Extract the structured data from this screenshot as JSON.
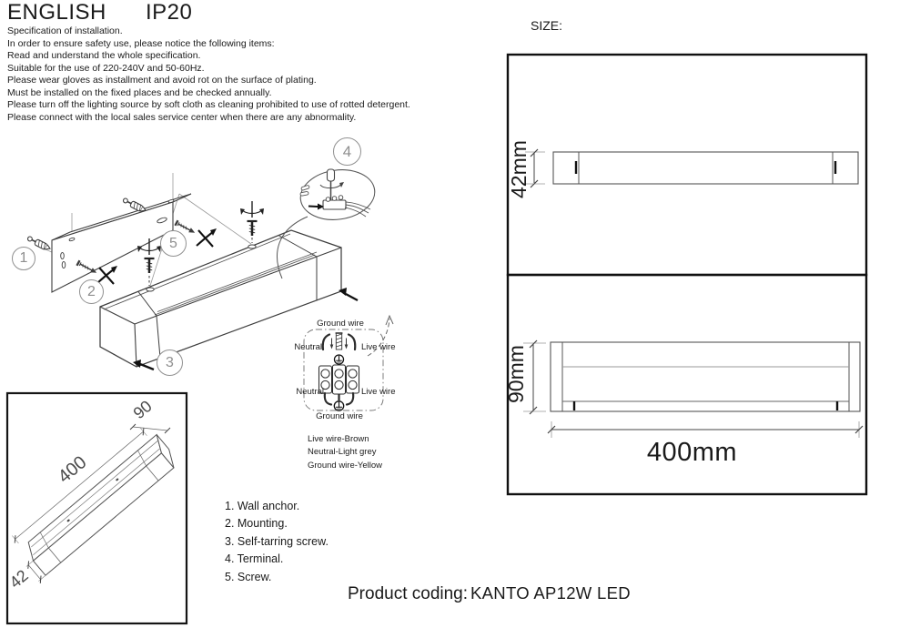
{
  "header": {
    "language": "ENGLISH",
    "ip_rating": "IP20"
  },
  "spec_lines": [
    "Specification of installation.",
    "In order to ensure safety use, please notice the following items:",
    "Read and understand the whole specification.",
    "Suitable for the use of 220-240V and 50-60Hz.",
    "Please wear gloves as installment and avoid rot on the surface of plating.",
    "Must be installed on the fixed places and be checked annually.",
    "Please turn off the lighting source by soft cloth as cleaning prohibited to use of rotted detergent.",
    "Please connect with the local sales service center when there are any abnormality."
  ],
  "size_section": {
    "label": "SIZE:",
    "height": "42mm",
    "depth": "90mm",
    "length": "400mm"
  },
  "iso_view": {
    "length": "400",
    "width": "90",
    "height": "42"
  },
  "callouts": {
    "c1": "1",
    "c2": "2",
    "c3": "3",
    "c4": "4",
    "c5": "5"
  },
  "wiring": {
    "top_ground": "Ground wire",
    "top_neutral": "Neutral",
    "top_live": "Live wire",
    "bottom_neutral": "Neutral",
    "bottom_live": "Live wire",
    "bottom_ground": "Ground wire",
    "legend": [
      "Live wire-Brown",
      "Neutral-Light grey",
      "Ground wire-Yellow"
    ]
  },
  "parts_list": [
    "1. Wall anchor.",
    "2. Mounting.",
    "3. Self-tarring screw.",
    "4. Terminal.",
    "5. Screw."
  ],
  "product": {
    "label": "Product coding:",
    "code": "KANTO AP12W LED"
  },
  "colors": {
    "line_art": "#3d3d3d",
    "panel_border": "#111111",
    "callout_gray": "#909090"
  }
}
